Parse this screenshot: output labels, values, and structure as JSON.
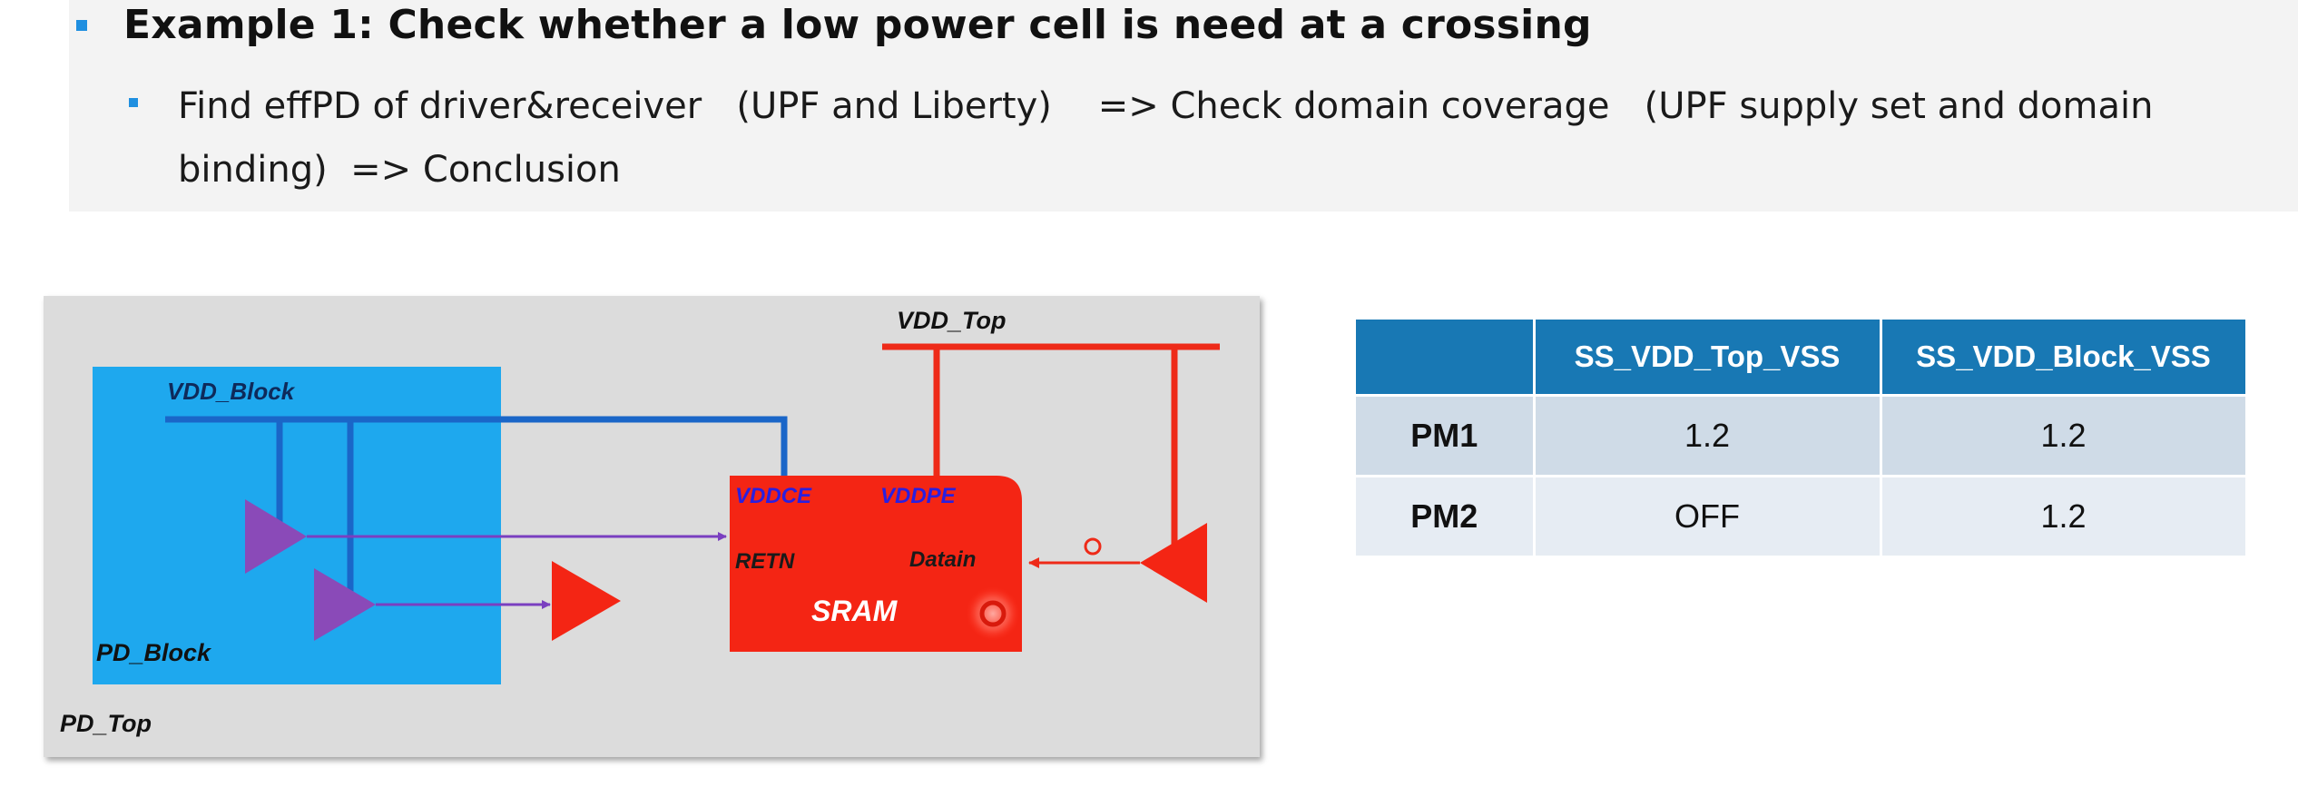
{
  "slide": {
    "heading": "Example 1:  Check whether a low power cell is need at a crossing",
    "bullet_line_1": "Find effPD of driver&receiver   (UPF and Liberty)    => Check domain coverage   (UPF supply set and domain",
    "bullet_line_2": "binding)  => Conclusion"
  },
  "diagram": {
    "labels": {
      "vdd_top": "VDD_Top",
      "vdd_block": "VDD_Block",
      "vddce": "VDDCE",
      "vddpe": "VDDPE",
      "retn": "RETN",
      "datain": "Datain",
      "sram": "SRAM",
      "pd_block": "PD_Block",
      "pd_top": "PD_Top"
    },
    "colors": {
      "panel": "#dcdcdc",
      "pd_block": "#1ea8ee",
      "sram": "#f42514",
      "vdd_top_rail": "#ee2a18",
      "vdd_block_rail": "#1a66c8",
      "driver": "#8a4ab8",
      "wire": "#7a3fc0",
      "pin_text": "#2a1fe0"
    }
  },
  "table": {
    "headers": [
      "",
      "SS_VDD_Top_VSS",
      "SS_VDD_Block_VSS"
    ],
    "rows": [
      {
        "mode": "PM1",
        "top": "1.2",
        "block": "1.2"
      },
      {
        "mode": "PM2",
        "top": "OFF",
        "block": "1.2"
      }
    ],
    "colors": {
      "header": "#1878b4",
      "row1": "#cfdbe7",
      "row2": "#e6ecf3"
    }
  }
}
